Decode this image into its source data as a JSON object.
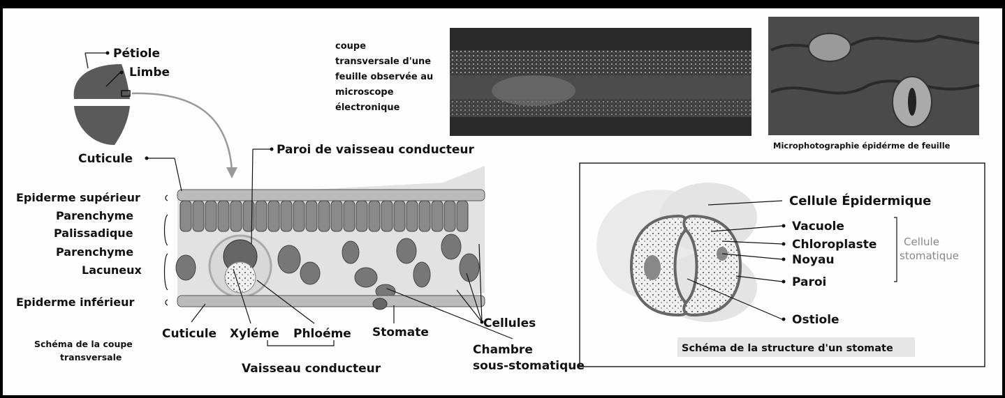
{
  "leaf": {
    "petiole": "Pétiole",
    "limbe": "Limbe"
  },
  "micrograph": {
    "caption_lines": [
      "coupe",
      "transversale d'une",
      "feuille observée au",
      "microscope",
      "électronique"
    ],
    "epidermis_caption": "Microphotographie épidérme de feuille"
  },
  "cross_section": {
    "labels": {
      "cuticule_top": "Cuticule",
      "paroi": "Paroi de vaisseau conducteur",
      "epi_sup": "Epiderme supérieur",
      "parenchyme1": "Parenchyme",
      "palissadique": "Palissadique",
      "parenchyme2": "Parenchyme",
      "lacuneux": "Lacuneux",
      "epi_inf": "Epiderme inférieur",
      "cuticule_bottom": "Cuticule",
      "xyleme": "Xyléme",
      "phloeme": "Phloéme",
      "stomate": "Stomate",
      "cellules": "Cellules",
      "chambre1": "Chambre",
      "chambre2": "sous-stomatique",
      "vaisseau": "Vaisseau conducteur"
    },
    "caption_lines": [
      "Schéma de la coupe",
      "transversale"
    ]
  },
  "stomate": {
    "labels": {
      "cellule_epi": "Cellule Épidermique",
      "vacuole": "Vacuole",
      "chloroplaste": "Chloroplaste",
      "noyau": "Noyau",
      "paroi": "Paroi",
      "ostiole": "Ostiole",
      "group1": "Cellule",
      "group2": "stomatique"
    },
    "caption": "Schéma de la structure d'un stomate"
  },
  "colors": {
    "leaf": "#5a5a5a",
    "tissue": "#b8b8b8",
    "accent_gray": "#888888"
  }
}
